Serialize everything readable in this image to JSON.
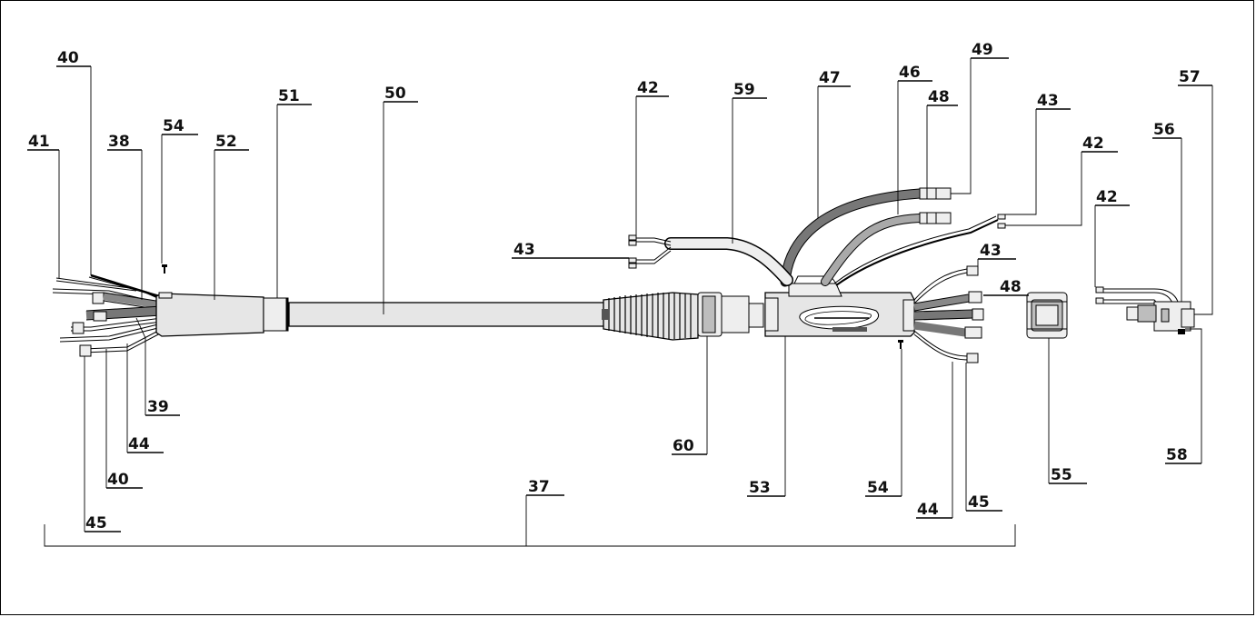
{
  "callouts": {
    "c37": "37",
    "c38": "38",
    "c39": "39",
    "c40a": "40",
    "c40b": "40",
    "c41": "41",
    "c42a": "42",
    "c42b": "42",
    "c42c": "42",
    "c43a": "43",
    "c43b": "43",
    "c43c": "43",
    "c44a": "44",
    "c44b": "44",
    "c45a": "45",
    "c45b": "45",
    "c46": "46",
    "c47": "47",
    "c48a": "48",
    "c48b": "48",
    "c49": "49",
    "c50": "50",
    "c51": "51",
    "c52": "52",
    "c53": "53",
    "c54a": "54",
    "c54b": "54",
    "c55": "55",
    "c56": "56",
    "c57": "57",
    "c58": "58",
    "c59": "59",
    "c60": "60"
  }
}
